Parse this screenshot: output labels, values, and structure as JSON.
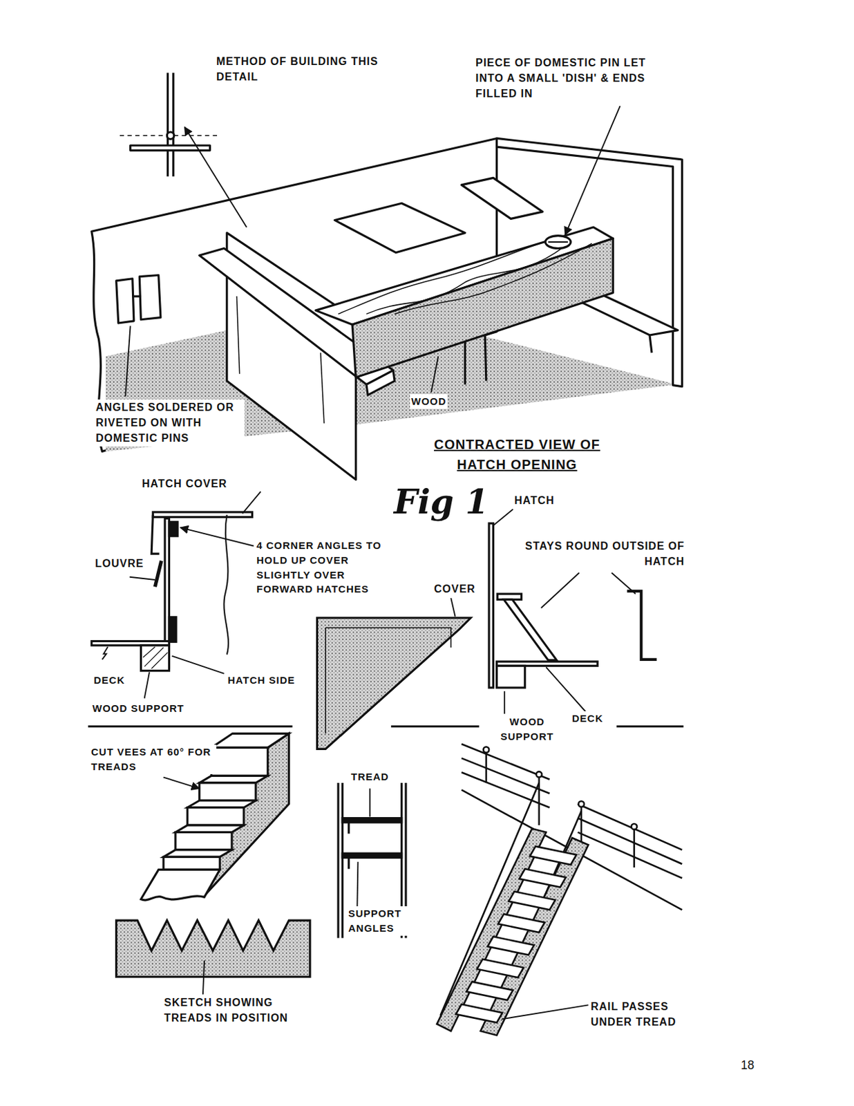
{
  "diagram": {
    "labels": [
      "METHOD OF BUILDING THIS DETAIL",
      "PIECE OF DOMESTIC PIN LET INTO A SMALL 'DISH' & ENDS FILLED IN",
      "WOOD",
      "ANGLES SOLDERED OR RIVETED ON WITH DOMESTIC PINS",
      "CONTRACTED VIEW OF HATCH OPENING",
      "HATCH COVER",
      "Fig 1",
      "HATCH",
      "4 CORNER ANGLES TO HOLD UP COVER SLIGHTLY OVER FORWARD HATCHES",
      "LOUVRE",
      "STAYS ROUND OUTSIDE OF HATCH",
      "COVER",
      "DECK",
      "HATCH SIDE",
      "WOOD SUPPORT",
      "WOOD SUPPORT",
      "DECK",
      "CUT VEES AT 60° FOR TREADS",
      "TREAD",
      "SUPPORT ANGLES",
      "SKETCH SHOWING TREADS IN POSITION",
      "RAIL PASSES UNDER TREAD",
      "18"
    ]
  }
}
